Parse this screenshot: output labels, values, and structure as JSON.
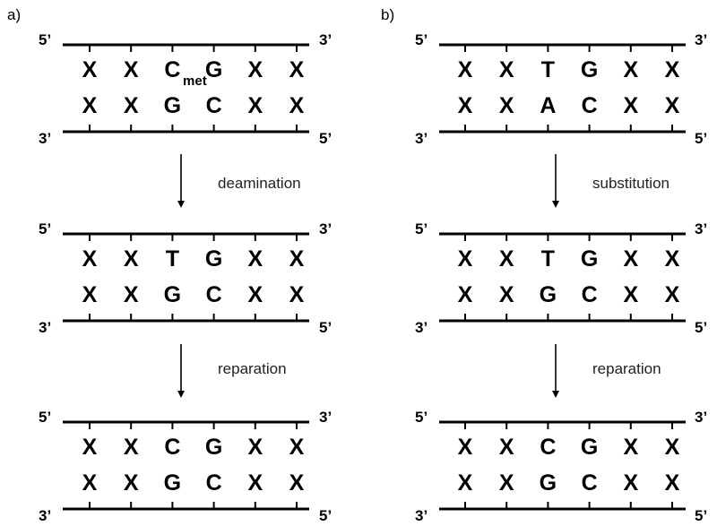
{
  "panels": [
    {
      "label": "a)",
      "stages": [
        {
          "top": [
            "X",
            "X",
            "C",
            "G",
            "X",
            "X"
          ],
          "bottom": [
            "X",
            "X",
            "G",
            "C",
            "X",
            "X"
          ],
          "top_marks": [
            "",
            "",
            "met",
            "",
            "",
            ""
          ]
        },
        {
          "top": [
            "X",
            "X",
            "T",
            "G",
            "X",
            "X"
          ],
          "bottom": [
            "X",
            "X",
            "G",
            "C",
            "X",
            "X"
          ],
          "top_marks": [
            "",
            "",
            "",
            "",
            "",
            ""
          ]
        },
        {
          "top": [
            "X",
            "X",
            "C",
            "G",
            "X",
            "X"
          ],
          "bottom": [
            "X",
            "X",
            "G",
            "C",
            "X",
            "X"
          ],
          "top_marks": [
            "",
            "",
            "",
            "",
            "",
            ""
          ]
        }
      ],
      "steps": [
        "deamination",
        "reparation"
      ]
    },
    {
      "label": "b)",
      "stages": [
        {
          "top": [
            "X",
            "X",
            "T",
            "G",
            "X",
            "X"
          ],
          "bottom": [
            "X",
            "X",
            "A",
            "C",
            "X",
            "X"
          ],
          "top_marks": [
            "",
            "",
            "",
            "",
            "",
            ""
          ]
        },
        {
          "top": [
            "X",
            "X",
            "T",
            "G",
            "X",
            "X"
          ],
          "bottom": [
            "X",
            "X",
            "G",
            "C",
            "X",
            "X"
          ],
          "top_marks": [
            "",
            "",
            "",
            "",
            "",
            ""
          ]
        },
        {
          "top": [
            "X",
            "X",
            "C",
            "G",
            "X",
            "X"
          ],
          "bottom": [
            "X",
            "X",
            "G",
            "C",
            "X",
            "X"
          ],
          "top_marks": [
            "",
            "",
            "",
            "",
            "",
            ""
          ]
        }
      ],
      "steps": [
        "substitution",
        "reparation"
      ]
    }
  ],
  "ends": {
    "top_left": "5’",
    "top_right": "3’",
    "bottom_left": "3’",
    "bottom_right": "5’"
  }
}
